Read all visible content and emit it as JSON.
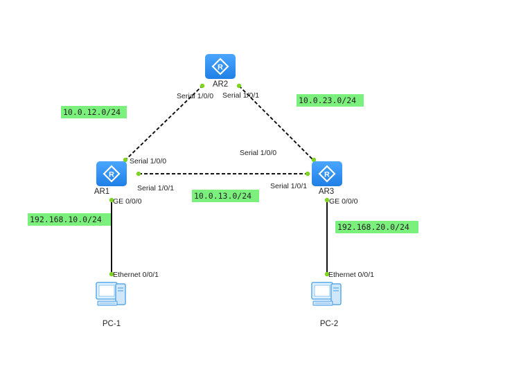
{
  "colors": {
    "router_fill": "#2f8ff0",
    "port_dot": "#7ed321",
    "network_tag": "#7cf07c",
    "link": "#111111"
  },
  "devices": {
    "ar1": {
      "label": "AR1",
      "icon": "router-icon"
    },
    "ar2": {
      "label": "AR2",
      "icon": "router-icon"
    },
    "ar3": {
      "label": "AR3",
      "icon": "router-icon"
    },
    "pc1": {
      "label": "PC-1",
      "icon": "pc-icon"
    },
    "pc2": {
      "label": "PC-2",
      "icon": "pc-icon"
    }
  },
  "ports": {
    "ar2_s000": "Serial 1/0/0",
    "ar2_s001": "Serial 1/0/1",
    "ar1_s100": "Serial 1/0/0",
    "ar1_s101": "Serial 1/0/1",
    "ar1_ge": "GE 0/0/0",
    "ar3_s100": "Serial 1/0/0",
    "ar3_s101": "Serial 1/0/1",
    "ar3_ge": "GE 0/0/0",
    "pc1_eth": "Ethernet 0/0/1",
    "pc2_eth": "Ethernet 0/0/1"
  },
  "networks": {
    "ar1_ar2": "10.0.12.0/24",
    "ar2_ar3": "10.0.23.0/24",
    "ar1_ar3": "10.0.13.0/24",
    "lan1": "192.168.10.0/24",
    "lan2": "192.168.20.0/24"
  }
}
